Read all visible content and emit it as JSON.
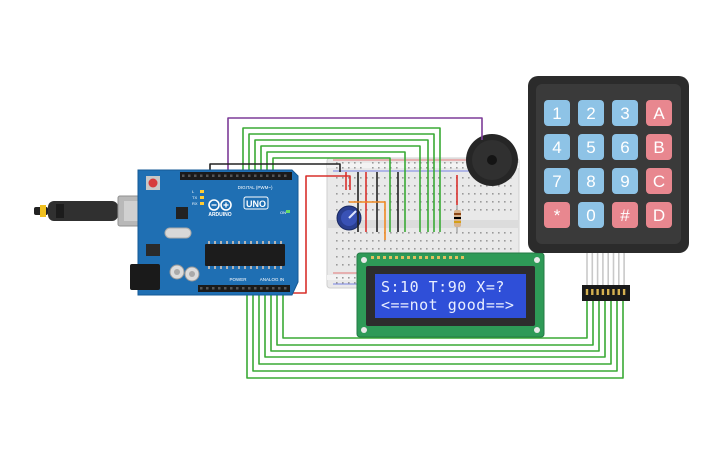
{
  "arduino": {
    "brand": "ARDUINO",
    "model": "UNO",
    "digital_label": "DIGITAL (PWM~)",
    "power_label": "POWER",
    "analog_label": "ANALOG IN",
    "tx_label": "TX",
    "rx_label": "RX",
    "l_label": "L",
    "on_label": "ON"
  },
  "lcd": {
    "line1": "S:10 T:90  X=?",
    "line2": "<==not good==>"
  },
  "keypad": {
    "keys": [
      "1",
      "2",
      "3",
      "A",
      "4",
      "5",
      "6",
      "B",
      "7",
      "8",
      "9",
      "C",
      "*",
      "0",
      "#",
      "D"
    ]
  },
  "colors": {
    "arduino_board": "#1f6fb3",
    "keypad_body": "#2b2b2b",
    "key_blue": "#8ec3e6",
    "key_red": "#e8878f",
    "lcd_screen": "#2f4fd8",
    "lcd_pcb": "#2e9a57",
    "breadboard": "#e6e6e6",
    "wire_green": "#3aaa35",
    "wire_purple": "#7d3c98",
    "wire_red": "#d9302c",
    "wire_black": "#222222",
    "wire_orange": "#f08a24"
  }
}
